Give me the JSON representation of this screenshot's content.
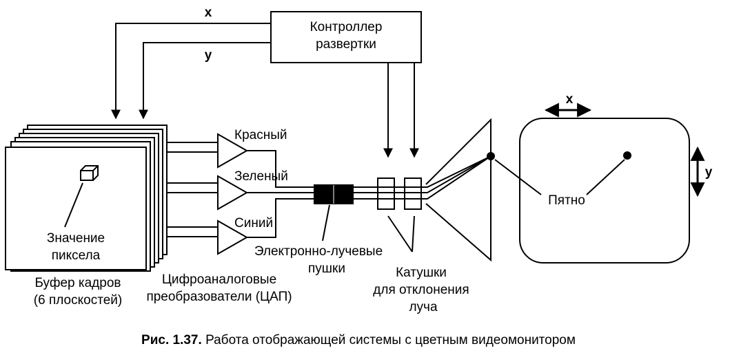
{
  "diagram": {
    "controller": {
      "line1": "Контроллер",
      "line2": "развертки"
    },
    "axis_x_top": "x",
    "axis_y_top": "y",
    "channels": {
      "red": "Красный",
      "green": "Зеленый",
      "blue": "Синий"
    },
    "pixel_value": {
      "line1": "Значение",
      "line2": "пиксела"
    },
    "frame_buffer": {
      "line1": "Буфер кадров",
      "line2": "(6 плоскостей)"
    },
    "dac": {
      "line1": "Цифроаналоговые",
      "line2": "преобразователи (ЦАП)"
    },
    "guns": {
      "line1": "Электронно-лучевые",
      "line2": "пушки"
    },
    "coils": {
      "line1": "Катушки",
      "line2": "для отклонения",
      "line3": "луча"
    },
    "spot": "Пятно",
    "screen_axis_x": "x",
    "screen_axis_y": "y"
  },
  "caption": {
    "number": "Рис. 1.37.",
    "text": " Работа отображающей системы с цветным видеомонитором"
  }
}
